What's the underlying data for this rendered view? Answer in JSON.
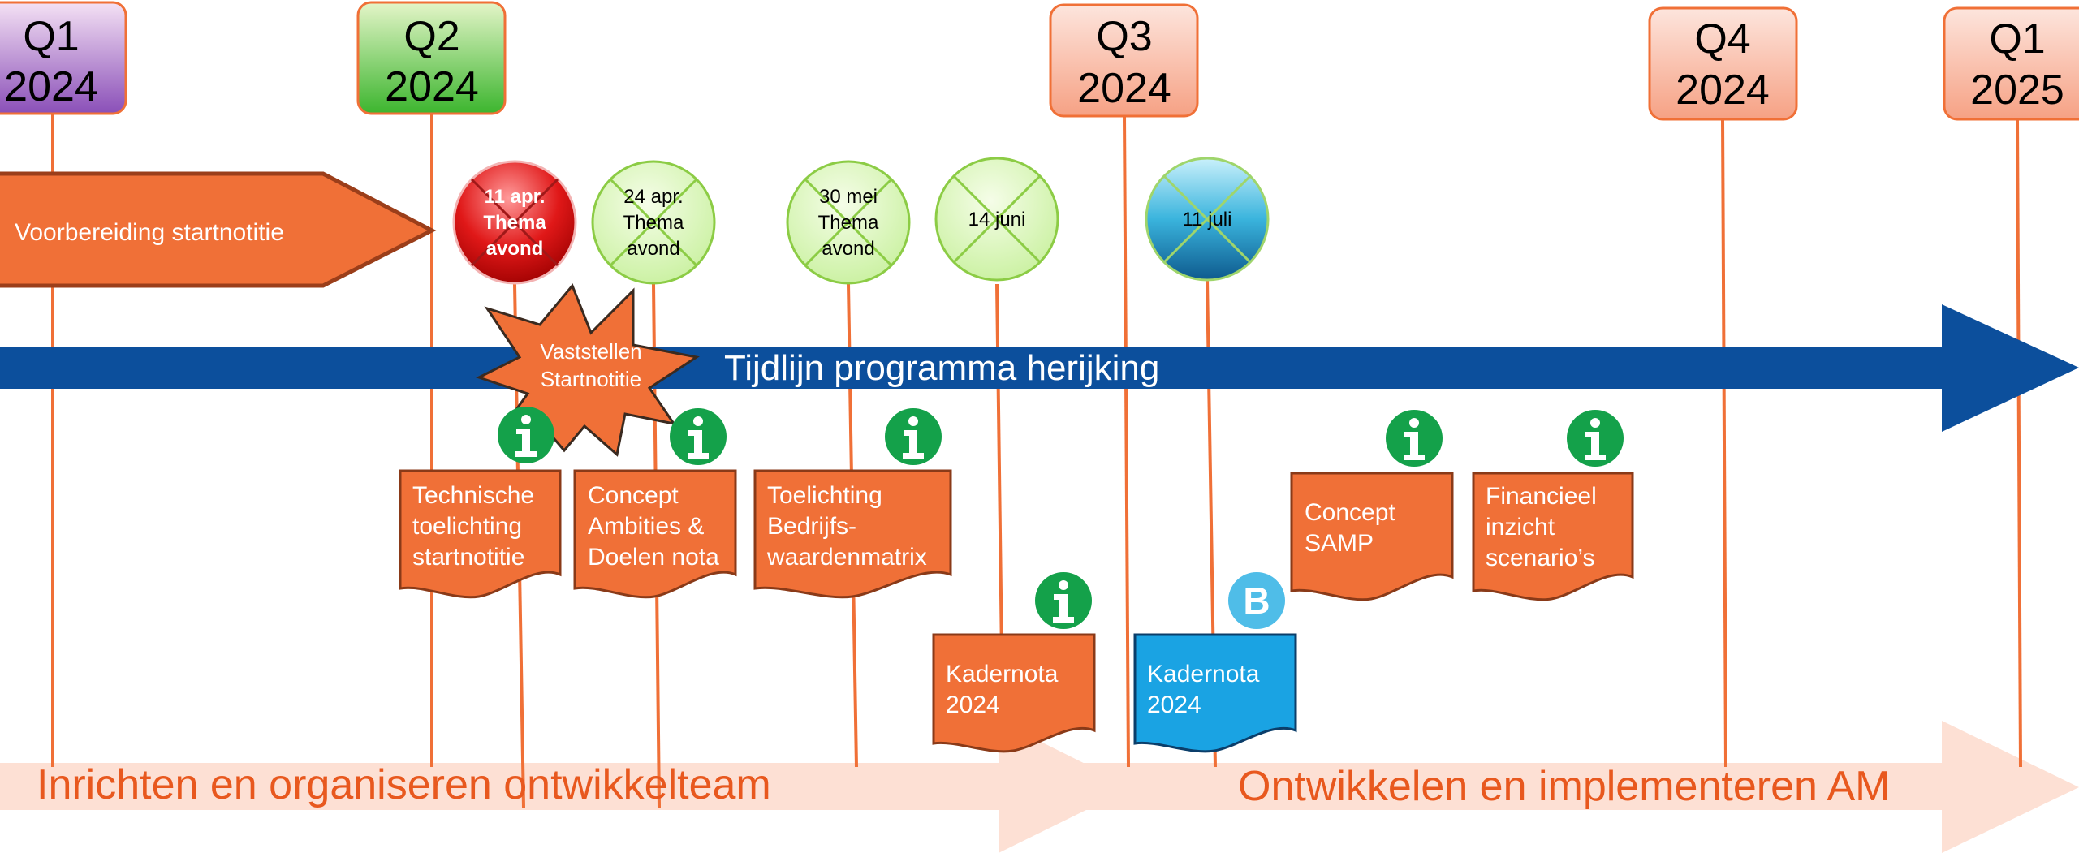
{
  "quarters": [
    {
      "line1": "Q1",
      "line2": "2024",
      "color_top": "#f4e1f4",
      "color_bottom": "#8a4fb8"
    },
    {
      "line1": "Q2",
      "line2": "2024",
      "color_top": "#e4f5c8",
      "color_bottom": "#3cb52e"
    },
    {
      "line1": "Q3",
      "line2": "2024",
      "color_top": "#fde5dd",
      "color_bottom": "#f6a184"
    },
    {
      "line1": "Q4",
      "line2": "2024",
      "color_top": "#fde5dd",
      "color_bottom": "#f6a184"
    },
    {
      "line1": "Q1",
      "line2": "2025",
      "color_top": "#fde5dd",
      "color_bottom": "#f6a184"
    }
  ],
  "preparation": {
    "label": "Voorbereiding startnotitie",
    "color": "#f07037"
  },
  "main_arrow": {
    "label": "Tijdlijn programma herijking",
    "color": "#0c4f9c"
  },
  "milestones": [
    {
      "lines": [
        "11 apr.",
        "Thema",
        "avond"
      ],
      "style": "red",
      "crossed": true
    },
    {
      "lines": [
        "24 apr.",
        "Thema",
        "avond"
      ],
      "style": "green",
      "crossed": true
    },
    {
      "lines": [
        "30 mei",
        "Thema",
        "avond"
      ],
      "style": "green",
      "crossed": true
    },
    {
      "lines": [
        "14 juni"
      ],
      "style": "green",
      "crossed": true
    },
    {
      "lines": [
        "11 juli"
      ],
      "style": "blue",
      "crossed": true
    }
  ],
  "burst": {
    "lines": [
      "Vaststellen",
      "Startnotitie"
    ],
    "color": "#f07037"
  },
  "documents": [
    {
      "lines": [
        "Technische",
        "toelichting",
        "startnotitie"
      ],
      "color": "#f07037",
      "badge": "i"
    },
    {
      "lines": [
        "Concept",
        "Ambities &",
        "Doelen nota"
      ],
      "color": "#f07037",
      "badge": "i"
    },
    {
      "lines": [
        "Toelichting",
        "Bedrijfs-",
        "waardenmatrix"
      ],
      "color": "#f07037",
      "badge": "i"
    },
    {
      "lines": [
        "Concept",
        "SAMP"
      ],
      "color": "#f07037",
      "badge": "i"
    },
    {
      "lines": [
        "Financieel",
        "inzicht",
        "scenario’s"
      ],
      "color": "#f07037",
      "badge": "i"
    },
    {
      "lines": [
        "Kadernota",
        "2024"
      ],
      "color": "#f07037",
      "badge": "i"
    },
    {
      "lines": [
        "Kadernota",
        "2024"
      ],
      "color": "#1aa3e3",
      "badge": "B"
    }
  ],
  "badges": {
    "info_color": "#14a14a",
    "b_color": "#4fbde8"
  },
  "phases": [
    {
      "label": "Inrichten en organiseren ontwikkelteam"
    },
    {
      "label": "Ontwikkelen en implementeren AM"
    }
  ],
  "colors": {
    "timeline_line": "#f07037",
    "phase_arrow": "#fde0d4",
    "phase_text": "#e8581e"
  }
}
